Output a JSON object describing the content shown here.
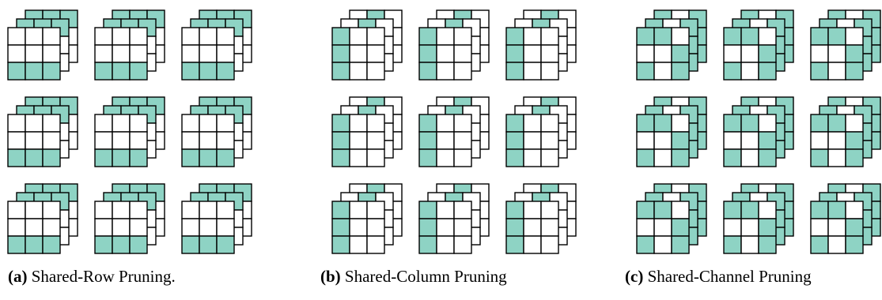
{
  "colors": {
    "fill": "#8ed3c4",
    "stroke": "#000000",
    "empty": "#ffffff"
  },
  "panels": [
    {
      "tag": "(a)",
      "caption": "Shared-Row Pruning.",
      "pattern": "row"
    },
    {
      "tag": "(b)",
      "caption": "Shared-Column Pruning",
      "pattern": "column"
    },
    {
      "tag": "(c)",
      "caption": "Shared-Channel Pruning",
      "pattern": "channel"
    }
  ],
  "grid": {
    "rows": 3,
    "cols": 3,
    "kernel_size": 3,
    "layers": 3
  }
}
